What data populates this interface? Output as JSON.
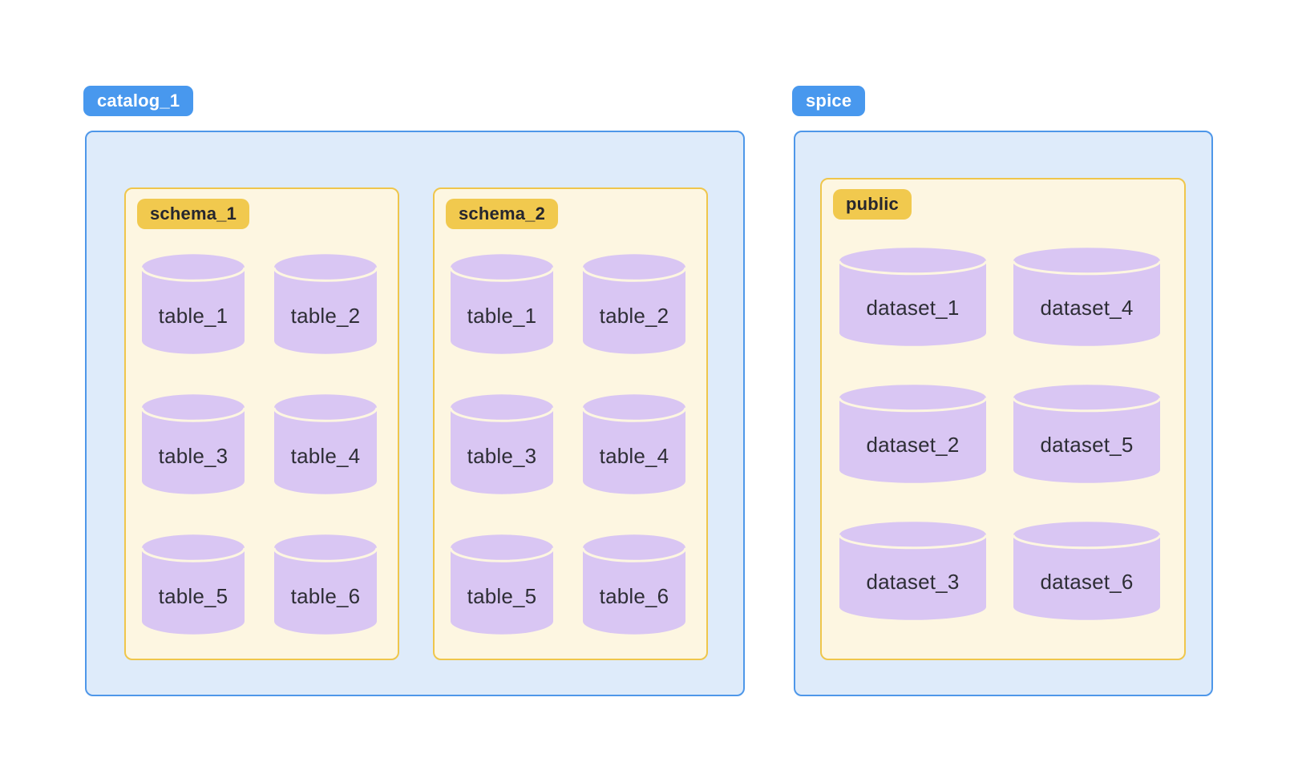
{
  "colors": {
    "page_background": "#FFFFFF",
    "group_badge_bg": "#4898EE",
    "group_badge_text": "#FFFFFF",
    "group_box_bg": "#DEEBFA",
    "group_box_border": "#4E97E9",
    "schema_box_bg": "#FDF6E1",
    "schema_box_border": "#EFC64B",
    "schema_badge_bg": "#F1C94E",
    "schema_badge_text": "#26262E",
    "cylinder_fill": "#D9C6F3",
    "cylinder_divider": "#FDF6E1",
    "cylinder_text": "#2E2E36"
  },
  "diagram": {
    "groups": [
      {
        "label": "catalog_1",
        "schemas": [
          {
            "label": "schema_1",
            "items": [
              "table_1",
              "table_2",
              "table_3",
              "table_4",
              "table_5",
              "table_6"
            ]
          },
          {
            "label": "schema_2",
            "items": [
              "table_1",
              "table_2",
              "table_3",
              "table_4",
              "table_5",
              "table_6"
            ]
          }
        ]
      },
      {
        "label": "spice",
        "schemas": [
          {
            "label": "public",
            "items": [
              "dataset_1",
              "dataset_2",
              "dataset_3",
              "dataset_4",
              "dataset_5",
              "dataset_6"
            ]
          }
        ]
      }
    ]
  }
}
